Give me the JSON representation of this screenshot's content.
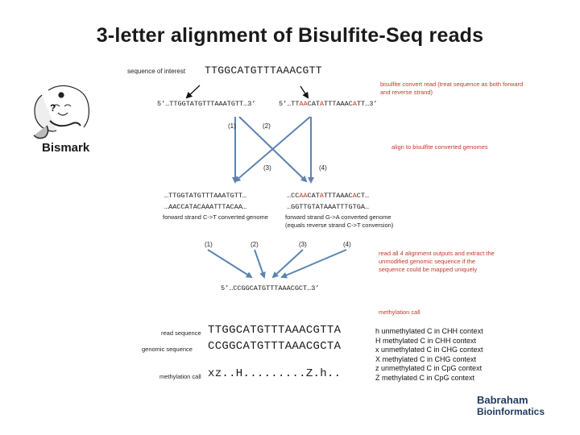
{
  "title": "3-letter alignment of Bisulfite-Seq reads",
  "sequence_of_interest": {
    "label": "sequence of interest",
    "seq": "TTGGCATGTTTAAACGTT"
  },
  "bisulfite_note": "bisulfite convert read (treat sequence as both forward and reverse strand)",
  "read_forward": "5’…TTGGTATGTTTAAATGTT…3’",
  "read_reverse": {
    "prefix": "5’…TT",
    "a": "AA",
    "mid": "CAT",
    "b": "A",
    "mid2": "TTTAAAC",
    "c": "A",
    "suffix": "TT…3’"
  },
  "branch_labels": [
    "(1)",
    "(2)",
    "(3)",
    "(4)"
  ],
  "bismark_label": "Bismark",
  "align_note": "align to bisulfite converted genomes",
  "genome_ct": {
    "line1": "…TTGGTATGTTTAAATGTT…",
    "line2": "…AACCATACAAATTTACAA…",
    "caption": "forward strand C->T converted genome"
  },
  "genome_ga": {
    "line1": {
      "prefix": "…CC",
      "a": "AA",
      "mid": "CAT",
      "b": "A",
      "mid2": "TTTAAAC",
      "c": "A",
      "suffix": "CT…"
    },
    "line2": "…GGTTGTATAAATTTGTGA…",
    "caption1": "forward strand G->A converted genome",
    "caption2": "(equals reverse strand C->T conversion)"
  },
  "extract_note": "read all 4 alignment outputs and extract the unmodified genomic sequence if the sequence could be mapped uniquely",
  "genomic_result": "5’…CCGGCATGTTTAAACGCT…3’",
  "methylation_call_note": "methylation call",
  "rows": [
    {
      "label": "read sequence",
      "seq": "TTGGCATGTTTAAACGTTA"
    },
    {
      "label": "genomic sequence",
      "seq": "CCGGCATGTTTAAACGCTA"
    },
    {
      "label": "methylation call",
      "seq": "xz..H.........Z.h.."
    }
  ],
  "key": [
    "h unmethylated C in CHH context",
    "H methylated C in CHH context",
    "x unmethylated C in CHG context",
    "X methylated C in CHG context",
    "z unmethylated C in CpG context",
    "Z methylated C in CpG context"
  ],
  "logo": {
    "line1": "Babraham",
    "line2": "Bioinformatics"
  },
  "colors": {
    "arrow": "#5b84b1",
    "note": "#c0392b",
    "logo": "#1f3a5f"
  }
}
